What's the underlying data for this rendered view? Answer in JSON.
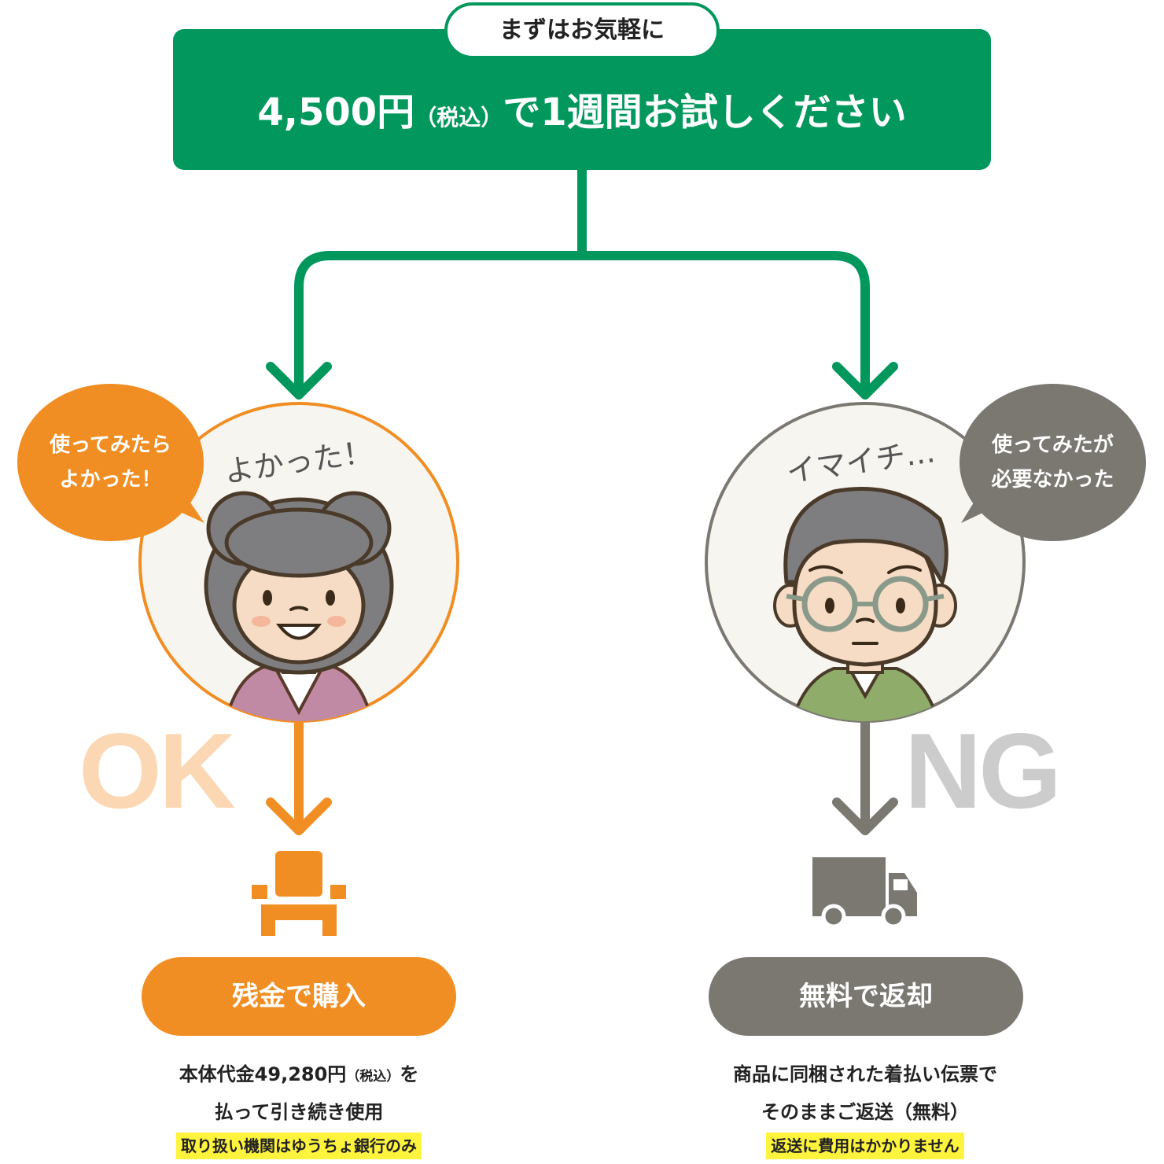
{
  "header": {
    "pill_label": "まずはお気軽に",
    "title_prefix": "4,500円",
    "title_tax": "（税込）",
    "title_suffix": "で1週間お試しください"
  },
  "ok_branch": {
    "bubble_line1": "使ってみたら",
    "bubble_line2": "よかった！",
    "portrait_caption": "よかった！",
    "mark": "OK",
    "icon": "armchair-icon",
    "action": "残金で購入",
    "desc_line1_prefix": "本体代金49,280円",
    "desc_line1_tax": "（税込）",
    "desc_line1_suffix": "を",
    "desc_line2": "払って引き続き使用",
    "note": "取り扱い機関はゆうちょ銀行のみ"
  },
  "ng_branch": {
    "bubble_line1": "使ってみたが",
    "bubble_line2": "必要なかった",
    "portrait_caption": "イマイチ…",
    "mark": "NG",
    "icon": "truck-icon",
    "action": "無料で返却",
    "desc_line1": "商品に同梱された着払い伝票で",
    "desc_line2": "そのままご返送（無料）",
    "note": "返送に費用はかかりません"
  },
  "colors": {
    "green": "#02975c",
    "orange": "#f18e23",
    "gray": "#7a7871",
    "ok_mark": "#fbd7b3",
    "ng_mark": "#cccccc",
    "highlight": "#fef33d"
  }
}
